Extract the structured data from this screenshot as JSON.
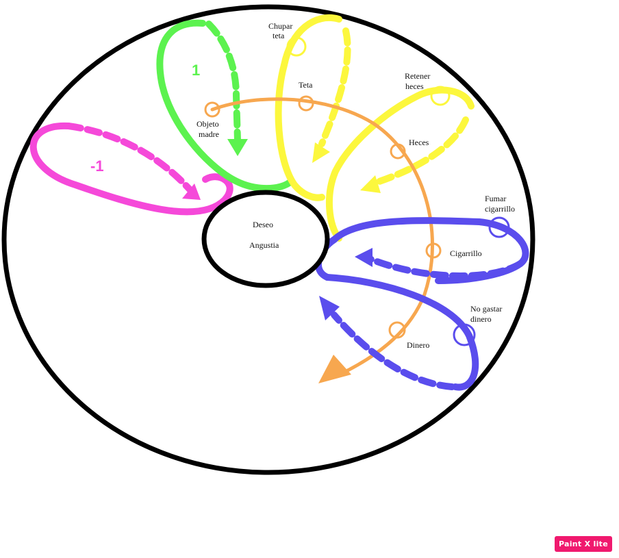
{
  "colors": {
    "ring": "#000000",
    "green": "#5cf24f",
    "magenta": "#f549d9",
    "yellow": "#fcf73d",
    "orange": "#f7a74f",
    "blue": "#5a4ded"
  },
  "labels": {
    "inner_top": "Deseo",
    "inner_bottom": "Angustia",
    "chupar_1": "Chupar",
    "chupar_2": "teta",
    "teta": "Teta",
    "objeto_1": "Objeto",
    "objeto_2": "madre",
    "retener_1": "Retener",
    "retener_2": "heces",
    "heces": "Heces",
    "fumar_1": "Fumar",
    "fumar_2": "cigarrillo",
    "cigarrillo": "Cigarrillo",
    "nogastar_1": "No gastar",
    "nogastar_2": "dinero",
    "dinero": "Dinero",
    "num_green": "1",
    "num_magenta": "-1"
  },
  "badge": "Paint X lite"
}
